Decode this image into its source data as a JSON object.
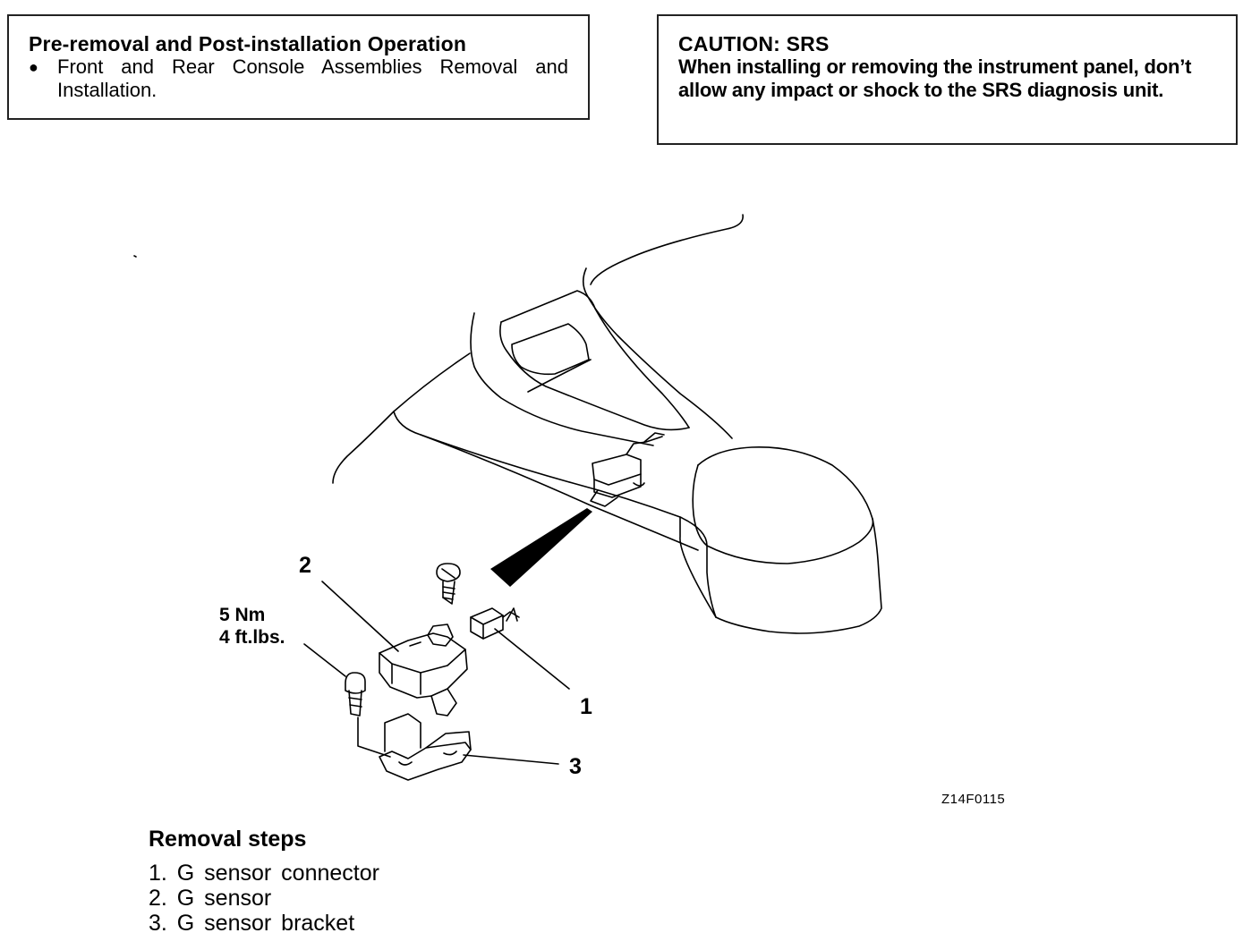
{
  "preop": {
    "title": "Pre-removal and Post-installation Operation",
    "items": [
      "Front and Rear Console Assemblies Removal and Installation."
    ]
  },
  "caution": {
    "title": "CAUTION: SRS",
    "body": "When installing or removing the instrument panel, don’t allow any impact or shock to the SRS diagnosis unit."
  },
  "figure": {
    "callouts": [
      "1",
      "2",
      "3"
    ],
    "torque_nm": "5 Nm",
    "torque_ftlbs": "4 ft.lbs.",
    "code": "Z14F0115"
  },
  "removal": {
    "title": "Removal steps",
    "steps": [
      "1. G sensor connector",
      "2. G sensor",
      "3. G sensor bracket"
    ]
  }
}
